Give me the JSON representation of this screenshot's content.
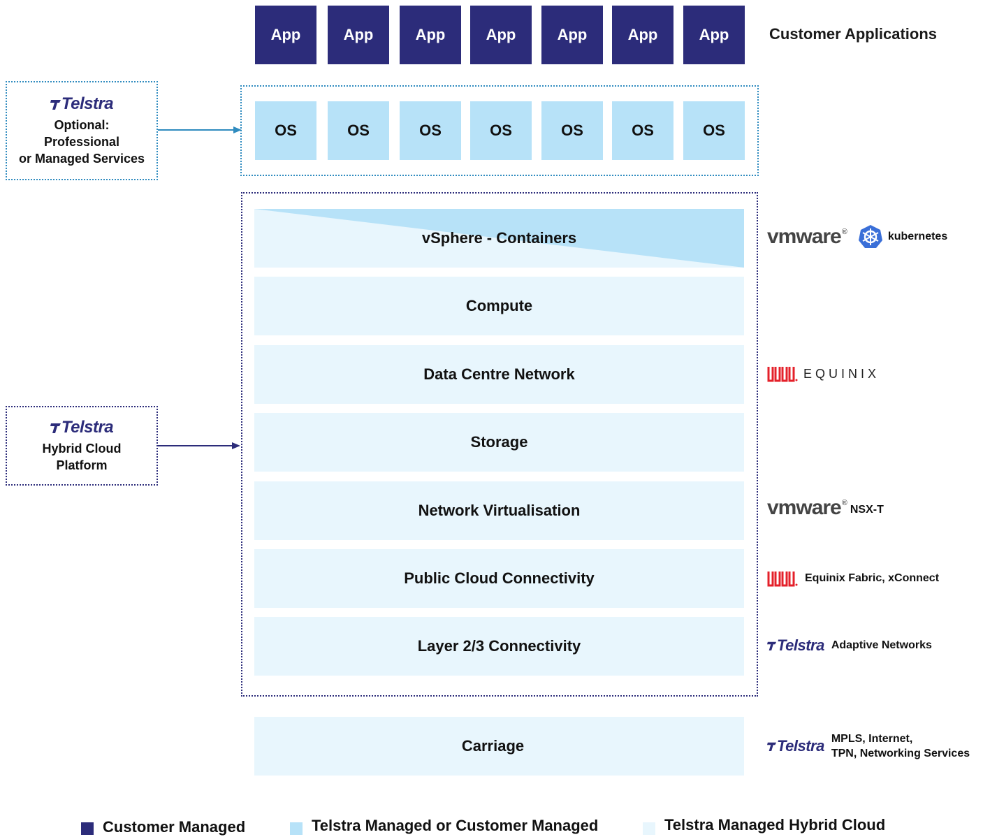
{
  "apps": {
    "labels": [
      "App",
      "App",
      "App",
      "App",
      "App",
      "App",
      "App"
    ],
    "group_label": "Customer Applications"
  },
  "os": {
    "labels": [
      "OS",
      "OS",
      "OS",
      "OS",
      "OS",
      "OS",
      "OS"
    ]
  },
  "callouts": {
    "optional": {
      "brand": "Telstra",
      "line1": "Optional:",
      "line2": "Professional",
      "line3": "or Managed Services"
    },
    "platform": {
      "brand": "Telstra",
      "line1": "Hybrid Cloud",
      "line2": "Platform"
    }
  },
  "layers": [
    {
      "label": "vSphere - Containers"
    },
    {
      "label": "Compute"
    },
    {
      "label": "Data Centre Network"
    },
    {
      "label": "Storage"
    },
    {
      "label": "Network Virtualisation"
    },
    {
      "label": "Public Cloud Connectivity"
    },
    {
      "label": "Layer 2/3 Connectivity"
    },
    {
      "label": "Carriage"
    }
  ],
  "vendors": {
    "vmware_brand": "vmware",
    "kubernetes": "kubernetes",
    "equinix": "EQUINIX",
    "nsx": "NSX-T",
    "equinix_fabric": "Equinix Fabric, xConnect",
    "telstra_brand": "Telstra",
    "adaptive": "Adaptive Networks",
    "carriage_line1": "MPLS, Internet,",
    "carriage_line2": "TPN, Networking Services"
  },
  "legend": [
    {
      "label": "Customer Managed",
      "color": "#2c2c7a"
    },
    {
      "label": "Telstra Managed or Customer Managed",
      "color": "#b7e2f8"
    },
    {
      "label": "Telstra Managed Hybrid Cloud",
      "color": "#e8f6fd"
    }
  ],
  "colors": {
    "navy": "#2c2c7a",
    "light_blue": "#b7e2f8",
    "pale_blue": "#e8f6fd",
    "equinix_red": "#e4202a"
  }
}
